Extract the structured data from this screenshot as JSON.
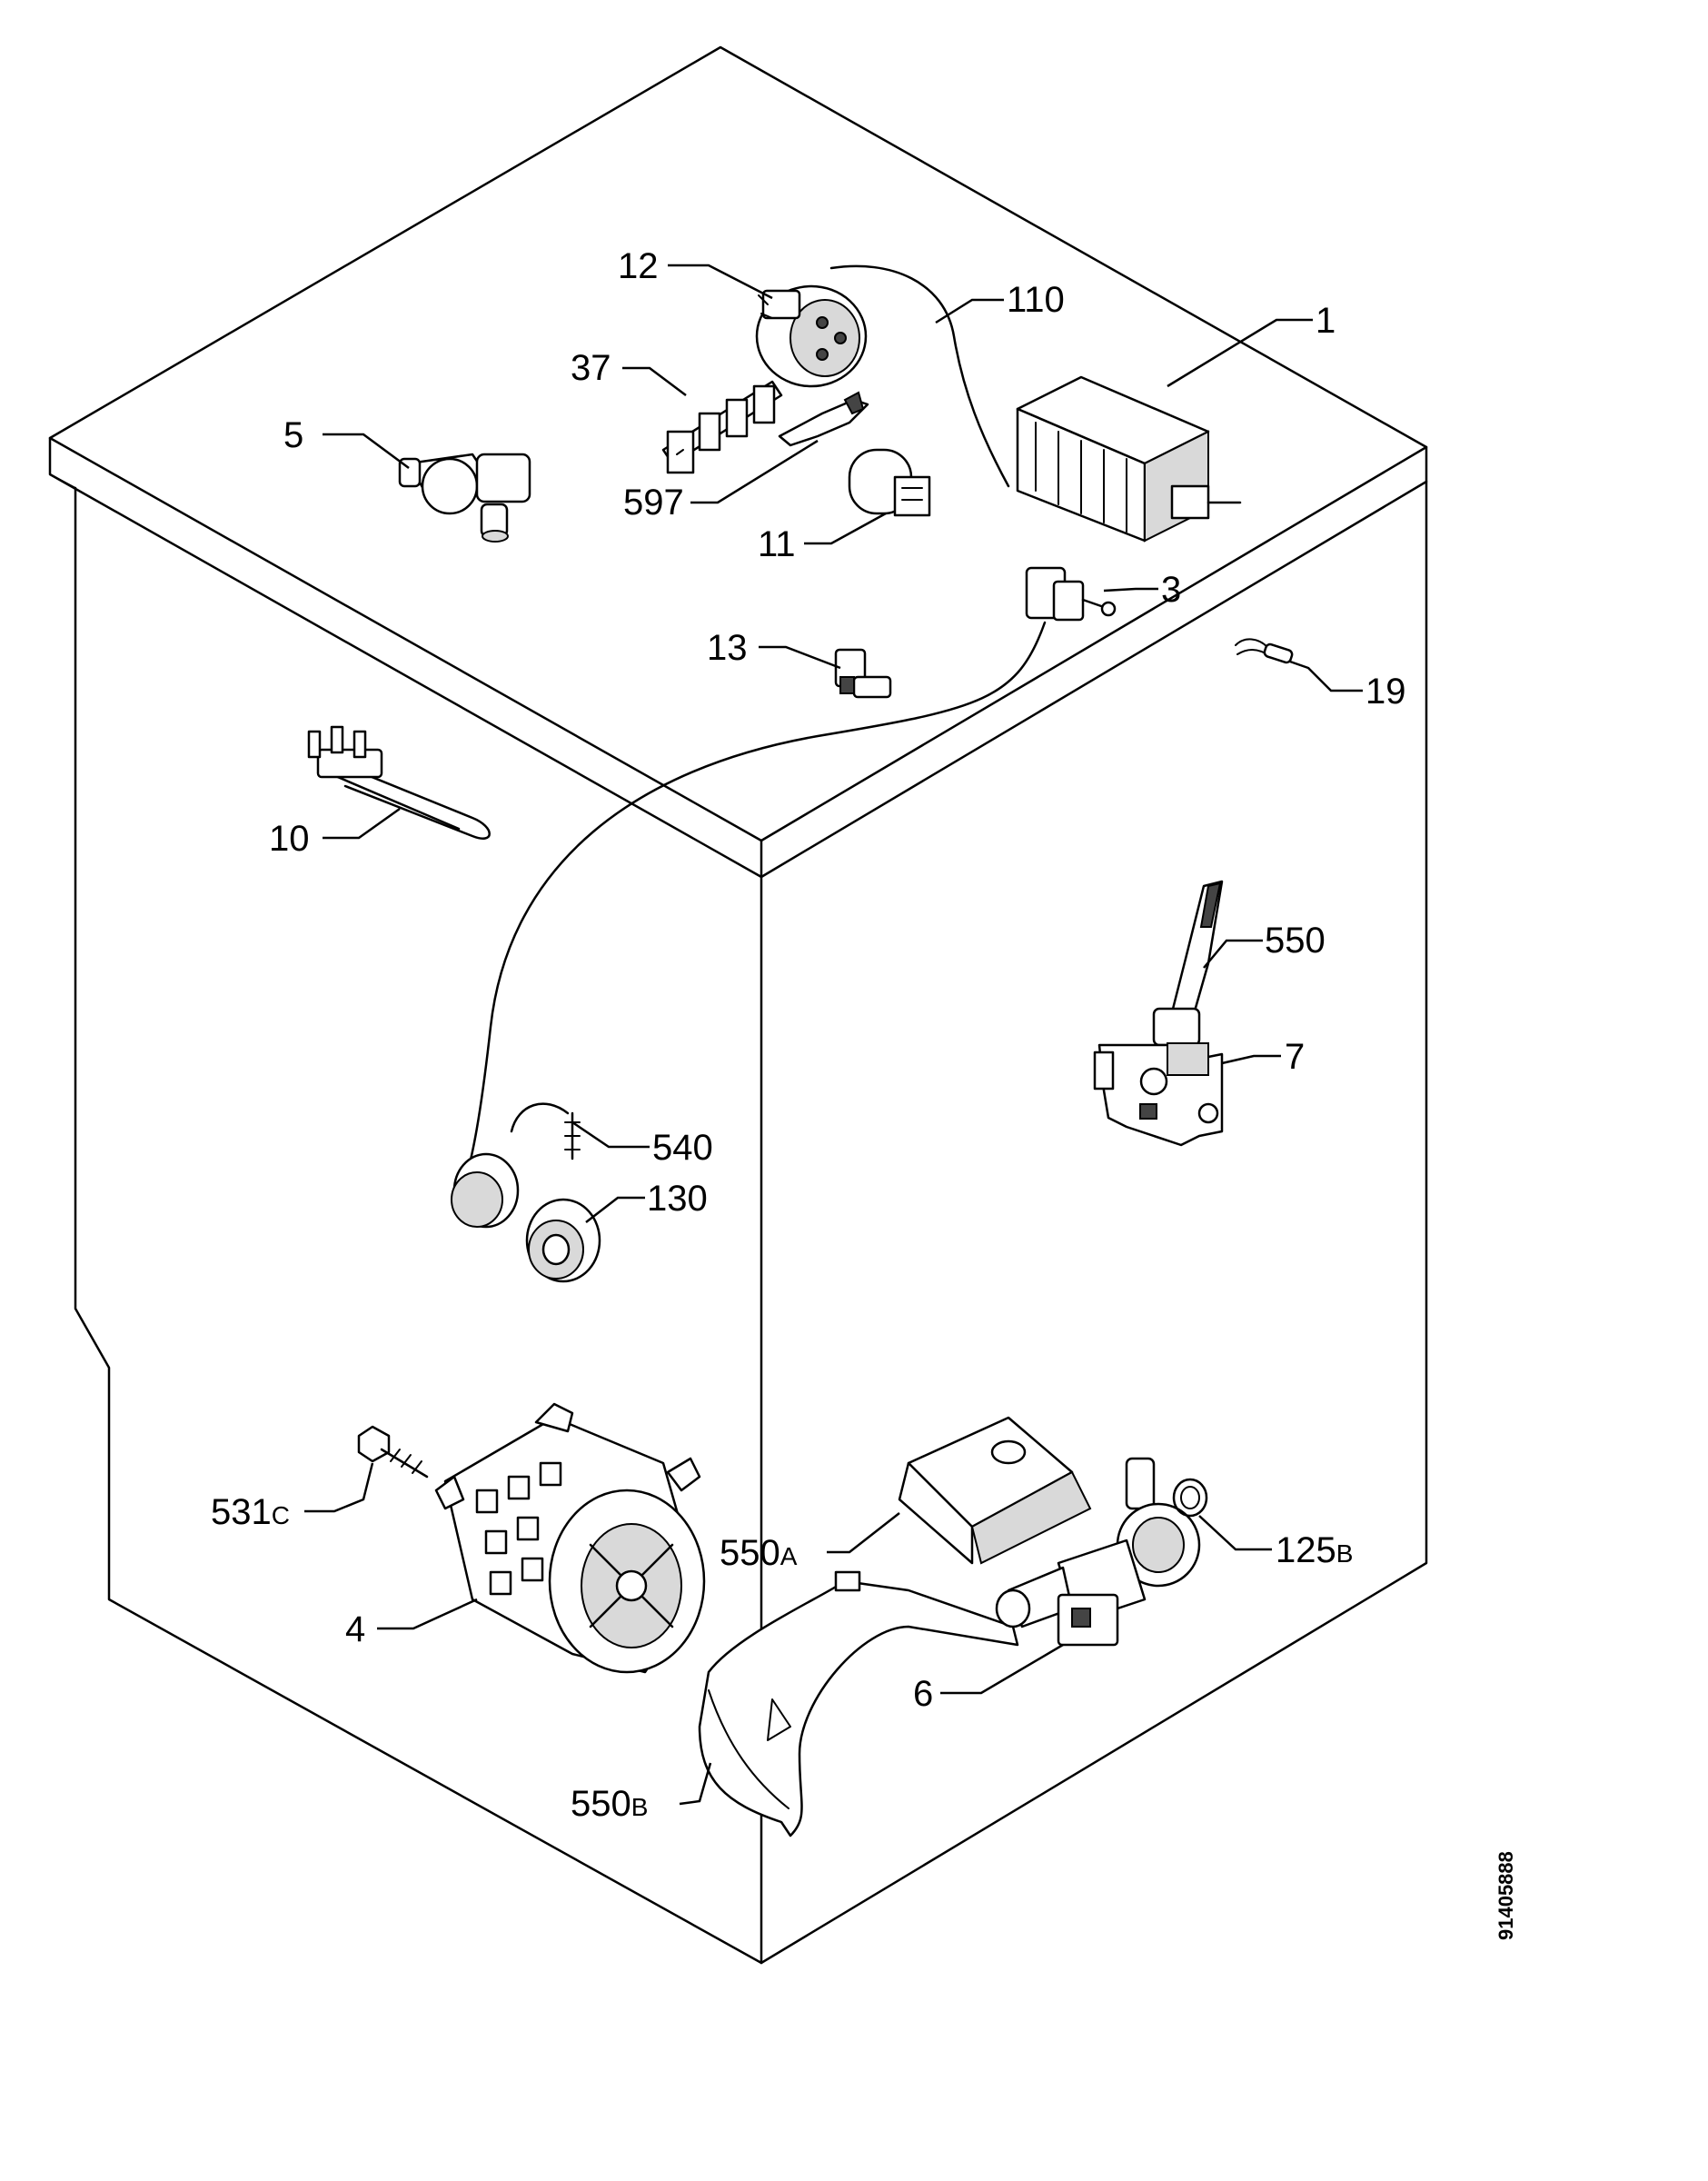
{
  "labels": {
    "l12": "12",
    "l110": "110",
    "l1": "1",
    "l37": "37",
    "l5": "5",
    "l597": "597",
    "l11": "11",
    "l3": "3",
    "l13": "13",
    "l19": "19",
    "l10": "10",
    "l550": "550",
    "l7": "7",
    "l540": "540",
    "l130": "130",
    "l531_num": "531",
    "l531_suffix": "C",
    "l550a_num": "550",
    "l550a_suffix": "A",
    "l125b_num": "125",
    "l125b_suffix": "B",
    "l4": "4",
    "l6": "6",
    "l550b_num": "550",
    "l550b_suffix": "B"
  },
  "document_number": "91405888",
  "icons": {
    "timer": "programme-timer-icon",
    "pressure_switch": "pressure-switch-icon",
    "motor": "drive-motor-icon",
    "pump": "drain-pump-icon",
    "heater": "heating-element-icon"
  },
  "colors": {
    "line": "#000000",
    "background": "#ffffff"
  }
}
